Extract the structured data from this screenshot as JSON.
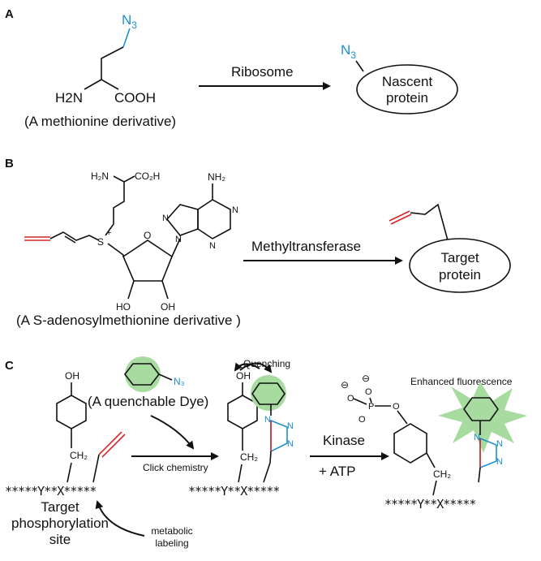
{
  "panels": {
    "a": {
      "label": "A",
      "azide": "N",
      "azide_sub": "3",
      "amine": "H2N",
      "acid": "COOH",
      "caption": "(A methionine derivative)",
      "arrow_label": "Ribosome",
      "product_azide": "N",
      "product_azide_sub": "3",
      "product_line1": "Nascent",
      "product_line2": "protein"
    },
    "b": {
      "label": "B",
      "amine": "H₂N",
      "acid": "CO₂H",
      "nh2": "NH₂",
      "n_atom": "N",
      "s_atom": "S",
      "plus": "+",
      "o_atom": "O",
      "ho_left": "HO",
      "oh_right": "OH",
      "caption": "(A S-adenosylmethionine derivative )",
      "arrow_label": "Methyltransferase",
      "product_line1": "Target",
      "product_line2": "protein"
    },
    "c": {
      "label": "C",
      "dye_azide": "N₃",
      "dye_caption": "(A quenchable Dye)",
      "quenching": "Quenching",
      "enhanced": "Enhanced fluorescence",
      "oh": "OH",
      "ch2": "CH₂",
      "n_atom": "N",
      "o_atom": "O",
      "p_atom": "P",
      "minus": "⊖",
      "click_label": "Click chemistry",
      "kinase_line1": "Kinase",
      "kinase_line2": "+ ATP",
      "seq_left": "*****Y**X*****",
      "target_line1": "Target",
      "target_line2": "phosphorylation",
      "target_line3": "site",
      "metabolic_line1": "metabolic",
      "metabolic_line2": "labeling"
    }
  },
  "colors": {
    "azide_blue": "#1a8fd4",
    "alkyne_red": "#d8262a",
    "dye_green": "#a8dba0",
    "ink": "#111111"
  }
}
